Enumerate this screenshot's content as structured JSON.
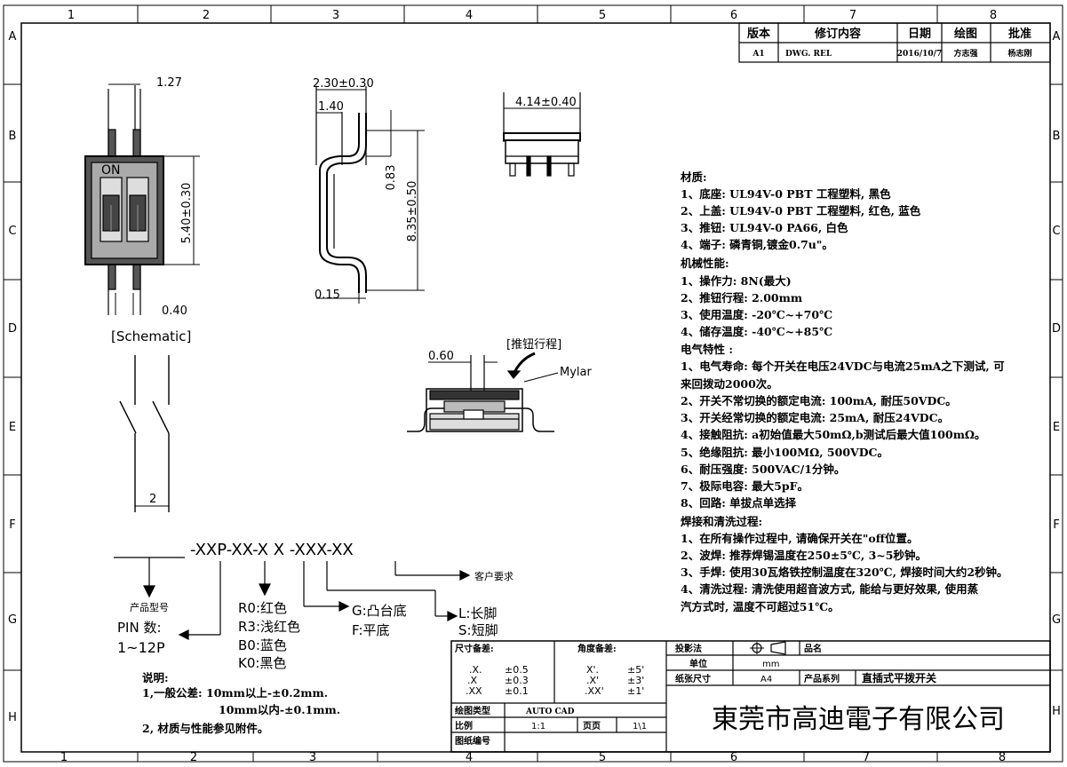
{
  "frame": {
    "col_labels": [
      "1",
      "2",
      "3",
      "4",
      "5",
      "6",
      "7",
      "8"
    ],
    "row_labels": [
      "A",
      "B",
      "C",
      "D",
      "E",
      "F",
      "G",
      "H"
    ]
  },
  "revision_table": {
    "headers": [
      "版本",
      "修订内容",
      "日期",
      "绘图",
      "批准"
    ],
    "row": [
      "A1",
      "DWG. REL",
      "2016/10/7",
      "方志强",
      "杨志刚"
    ]
  },
  "dims": {
    "pitch": "1.27",
    "width_tol": "2.30±0.30",
    "lead_offset": "1.40",
    "top_width": "4.14±0.40",
    "body_height": "5.40±0.30",
    "standoff": "0.83",
    "total_length": "8.35±0.50",
    "lead_thickness": "0.15",
    "lead_width": "0.40",
    "schematic_pitch": "2",
    "travel_offset": "0.60"
  },
  "labels": {
    "on": "ON",
    "schematic": "[Schematic]",
    "travel": "[推钮行程]",
    "mylar": "Mylar"
  },
  "spec": {
    "material_title": "材质:",
    "material": [
      "1、底座: UL94V-0 PBT 工程塑料, 黑色",
      "2、上盖: UL94V-0 PBT 工程塑料, 红色, 蓝色",
      "3、推钮: UL94V-0 PA66, 白色",
      "4、端子: 磷青铜,镀金0.7u\"。"
    ],
    "mech_title": "机械性能:",
    "mech": [
      "1、操作力: 8N(最大)",
      "2、推钮行程: 2.00mm",
      "3、使用温度: -20℃~+70℃",
      "4、储存温度: -40℃~+85℃"
    ],
    "elec_title": "电气特性 :",
    "elec": [
      "1、电气寿命: 每个开关在电压24VDC与电流25mA之下测试, 可",
      "     来回拨动2000次。",
      "2、开关不常切换的额定电流: 100mA, 耐压50VDC。",
      "3、开关经常切换的额定电流: 25mA, 耐压24VDC。",
      "4、接触阻抗: a初始值最大50mΩ,b测试后最大值100mΩ。",
      "5、绝缘阻抗: 最小100MΩ, 500VDC。",
      "6、耐压强度: 500VAC/1分钟。",
      "7、极际电容: 最大5pF。",
      "8、回路: 单拔点单选择"
    ],
    "solder_title": "焊接和清洗过程:",
    "solder": [
      "1、在所有操作过程中, 请确保开关在\"off位置。",
      "2、波焊: 推荐焊锡温度在250±5℃, 3~5秒钟。",
      "3、手焊: 使用30瓦烙铁控制温度在320℃, 焊接时间大约2秒钟。",
      "4、清洗过程: 清洗使用超音波方式, 能给与更好效果, 使用蒸",
      "     汽方式时, 温度不可超过51℃。"
    ]
  },
  "part_number": {
    "code": "-XXP-XX-X X -XXX-XX",
    "customer": "客户要求",
    "model": "产品型号",
    "pin_line1": "PIN  数:",
    "pin_line2": "1~12P",
    "colors": [
      "R0:红色",
      "R3:浅红色",
      "B0:蓝色",
      "K0:黑色"
    ],
    "bases": [
      "G:凸台底",
      "F:平底"
    ],
    "feet": [
      "L:长脚",
      "S:短脚"
    ]
  },
  "notes": {
    "title": "说明:",
    "lines": [
      "1,一般公差: 10mm以上-±0.2mm.",
      "10mm以内-±0.1mm.",
      "2, 材质与性能参见附件。"
    ]
  },
  "title_block": {
    "dim_tol_label": "尺寸备差:",
    "ang_tol_label": "角度备差:",
    "dim_tol": [
      [
        ".X.",
        "±0.5"
      ],
      [
        ".X",
        "±0.3"
      ],
      [
        ".XX",
        "±0.1"
      ]
    ],
    "ang_tol": [
      [
        "X'.",
        "±5'"
      ],
      [
        ".X'",
        "±3'"
      ],
      [
        ".XX'",
        "±1'"
      ]
    ],
    "drawing_type_label": "绘图类型",
    "drawing_type": "AUTO CAD",
    "scale_label": "比例",
    "scale": "1:1",
    "page_label": "页页",
    "page": "1\\1",
    "dwg_no_label": "图纸编号",
    "projection_label": "投影法",
    "part_name_label": "品名",
    "unit_label": "单位",
    "unit": "mm",
    "size_label": "纸张尺寸",
    "size": "A4",
    "series_label": "产品系列",
    "series": "直插式平拨开关",
    "company": "東莞市高迪電子有限公司"
  }
}
